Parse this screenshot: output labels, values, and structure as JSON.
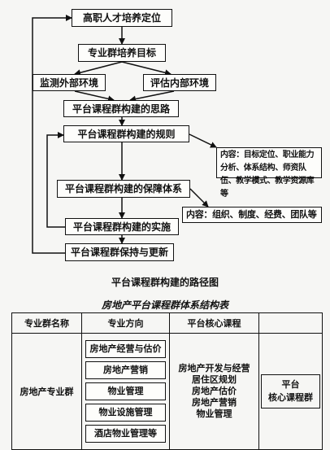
{
  "flow": {
    "steps": [
      "高职人才培养定位",
      "专业群培养目标",
      "监测外部环境",
      "评估内部环境",
      "平台课程群构建的思路",
      "平台课程群构建的规则",
      "平台课程群构建的保障体系",
      "平台课程群构建的实施",
      "平台课程群保持与更新"
    ],
    "notes": [
      "内容：目标定位、职业能力分析、体系结构、师资队伍、教学模式、教学资源库等",
      "内容：组织、制度、经费、团队等"
    ],
    "caption": "平台课程群构建的路径图"
  },
  "table": {
    "title": "房地产平台课程群体系结构表",
    "headers": [
      "专业群名称",
      "专业方向",
      "平台核心课程",
      ""
    ],
    "group_name": "房地产专业群",
    "directions": [
      "房地产经营与估价",
      "房地产营销",
      "物业管理",
      "物业设施管理",
      "酒店物业管理等"
    ],
    "core_courses": [
      "房地产开发与经营",
      "居住区规划",
      "房地产估价",
      "房地产营销",
      "物业管理"
    ],
    "core_group": [
      "平台",
      "核心课程群"
    ]
  }
}
